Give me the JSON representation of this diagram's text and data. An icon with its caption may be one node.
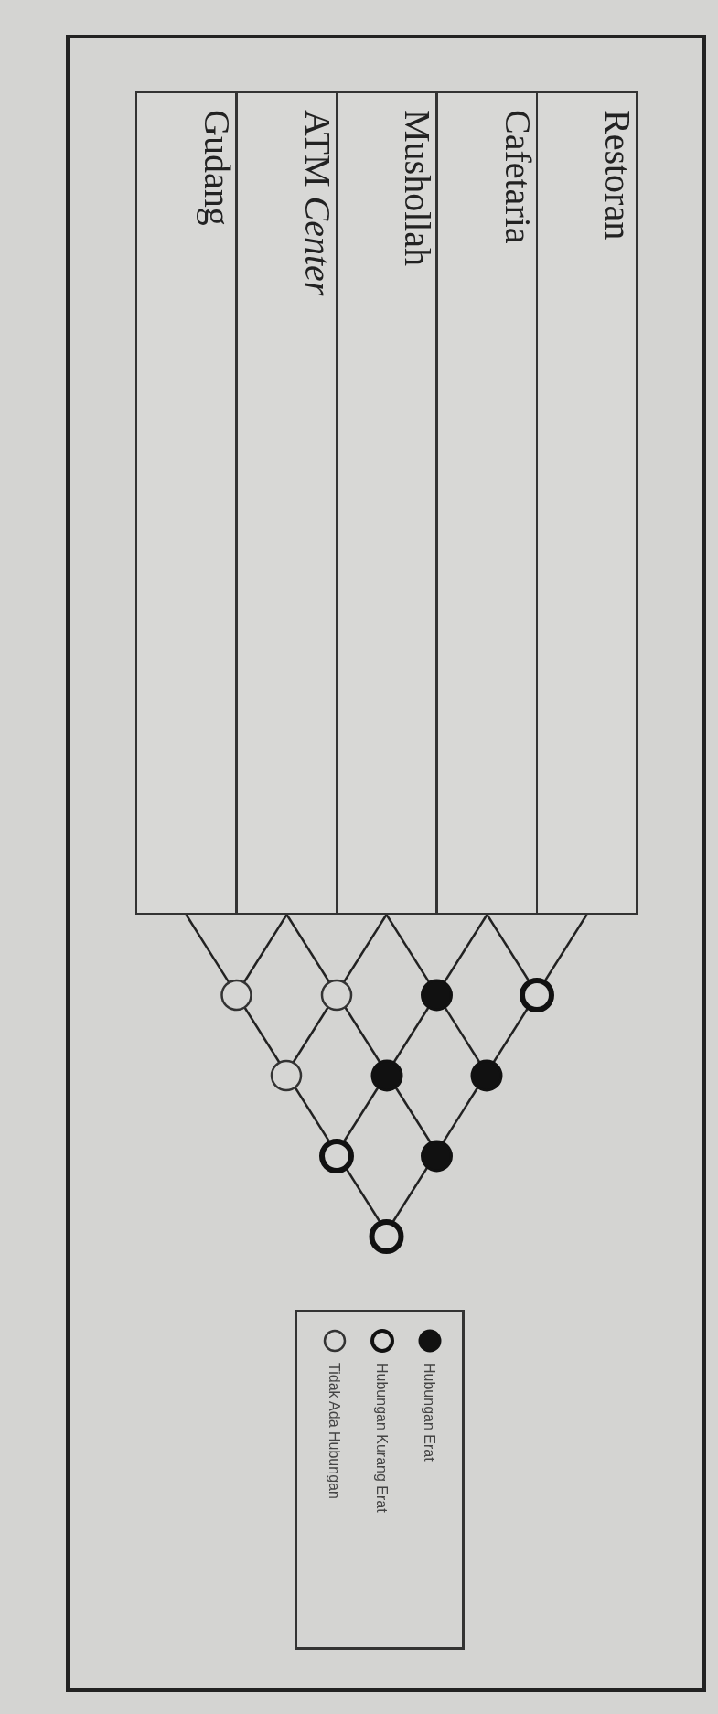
{
  "diagram": {
    "nodes": [
      {
        "text": [
          "Restoran"
        ]
      },
      {
        "text": [
          "Cafetaria"
        ]
      },
      {
        "text": [
          "Mushollah"
        ]
      },
      {
        "text": [
          "ATM *Center*"
        ]
      },
      {
        "text": [
          "Gudang"
        ]
      },
      {
        "text": [],
        "shape": "circle"
      },
      {
        "text": [],
        "shape": "circle"
      },
      {
        "text": [],
        "shape": "circle"
      },
      {
        "text": [],
        "shape": "circle"
      },
      {
        "text": [],
        "shape": "circle"
      },
      {
        "text": [],
        "shape": "circle"
      },
      {
        "text": [],
        "shape": "circle"
      },
      {
        "text": [],
        "shape": "circle"
      },
      {
        "text": [],
        "shape": "circle"
      },
      {
        "text": [],
        "shape": "circle"
      }
    ],
    "edges": [],
    "legend": [
      {
        "text": "Hubungan Erat"
      },
      {
        "text": "Hubungan Kurang Erat"
      },
      {
        "text": "Tidak Ada Hubungan"
      }
    ]
  }
}
